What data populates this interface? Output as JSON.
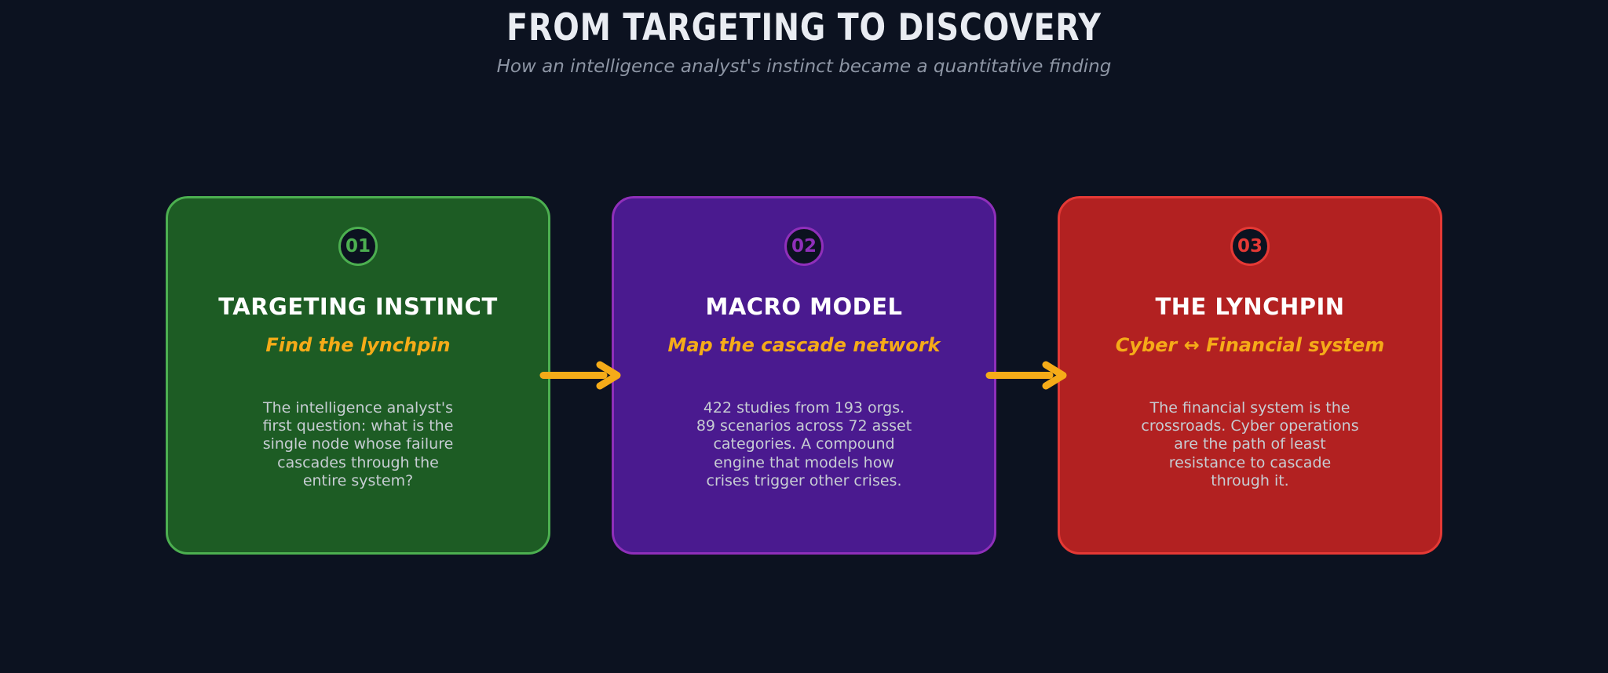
{
  "page": {
    "title": "FROM TARGETING TO DISCOVERY",
    "subtitle": "How an intelligence analyst's instinct became a quantitative finding"
  },
  "colors": {
    "background": "#0c1220",
    "accent_yellow": "#f5ab18",
    "page_title_text": "#e9ecf2",
    "page_subtitle_text": "#8d95a4",
    "card_title_text": "#ffffff",
    "body_text": "#c7cdd3"
  },
  "cards": [
    {
      "number": "01",
      "title": "TARGETING INSTINCT",
      "tagline": "Find the lynchpin",
      "body": "The intelligence analyst's\nfirst question: what is the\nsingle node whose failure\ncascades through the\nentire system?",
      "fill": "#1d5c24",
      "accent": "#4caf50"
    },
    {
      "number": "02",
      "title": "MACRO MODEL",
      "tagline": "Map the cascade network",
      "body": "422 studies from 193 orgs.\n89 scenarios across 72 asset\ncategories. A compound\nengine that models how\ncrises trigger other crises.",
      "fill": "#4a1a8f",
      "accent": "#8f2fba"
    },
    {
      "number": "03",
      "title": "THE LYNCHPIN",
      "tagline": "Cyber ↔ Financial system",
      "body": "The financial system is the\ncrossroads. Cyber operations\nare the path of least\nresistance to cascade\nthrough it.",
      "fill": "#b22121",
      "accent": "#e53935"
    }
  ],
  "connectors": [
    {
      "name": "step-1-to-2"
    },
    {
      "name": "step-2-to-3"
    }
  ]
}
